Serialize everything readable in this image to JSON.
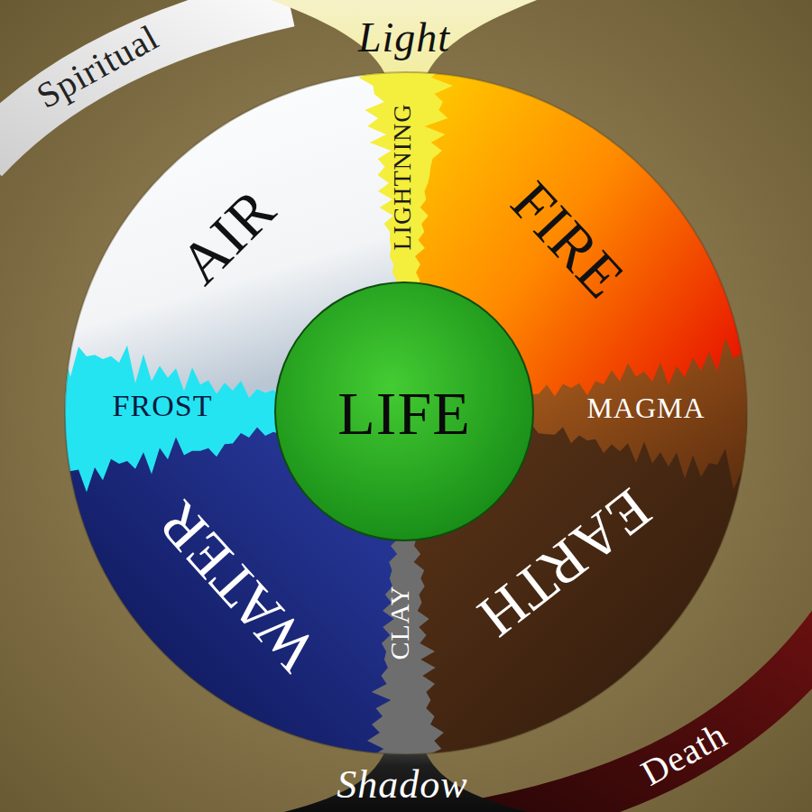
{
  "diagram": {
    "nodes": [
      {
        "text": [
          "Spiritual"
        ]
      },
      {
        "text": [
          "Light"
        ]
      },
      {
        "text": [
          "LIGHTNING"
        ]
      },
      {
        "text": [
          "AIR"
        ]
      },
      {
        "text": [
          "FIRE"
        ]
      },
      {
        "text": [
          "FROST"
        ]
      },
      {
        "text": [
          "LIFE"
        ]
      },
      {
        "text": [
          "MAGMA"
        ]
      },
      {
        "text": [
          "WATER"
        ]
      },
      {
        "text": [
          "EARTH"
        ]
      },
      {
        "text": [
          "CLAY"
        ]
      },
      {
        "text": [
          "Shadow"
        ]
      },
      {
        "text": [
          "Death"
        ]
      }
    ]
  }
}
